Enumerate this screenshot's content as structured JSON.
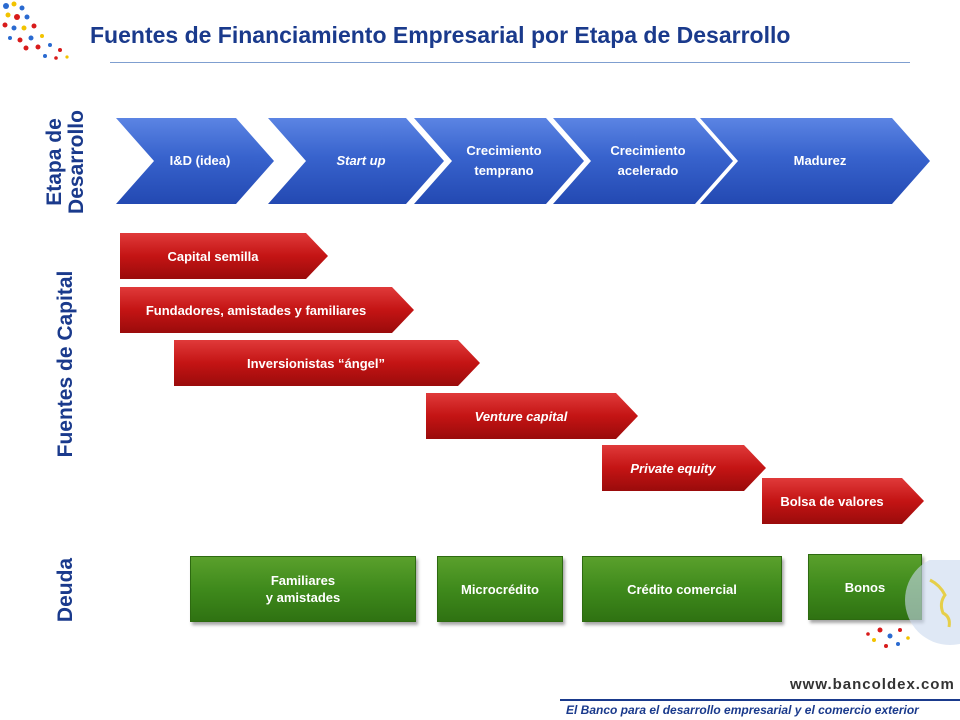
{
  "title": "Fuentes de Financiamiento Empresarial por Etapa de Desarrollo",
  "sections": {
    "etapa_line1": "Etapa de",
    "etapa_line2": "Desarrollo",
    "fuentes": "Fuentes de Capital",
    "deuda": "Deuda"
  },
  "stages": [
    {
      "line1": "I&D (idea)",
      "line2": ""
    },
    {
      "line1": "Start up",
      "line2": ""
    },
    {
      "line1": "Crecimiento",
      "line2": "temprano"
    },
    {
      "line1": "Crecimiento",
      "line2": "acelerado"
    },
    {
      "line1": "Madurez",
      "line2": ""
    }
  ],
  "capital_sources": [
    "Capital semilla",
    "Fundadores, amistades y familiares",
    "Inversionistas “ángel”",
    "Venture capital",
    "Private equity",
    "Bolsa de valores"
  ],
  "debt_sources": [
    {
      "line1": "Familiares",
      "line2": "y amistades"
    },
    {
      "line1": "Microcrédito",
      "line2": ""
    },
    {
      "line1": "Crédito comercial",
      "line2": ""
    },
    {
      "line1": "Bonos",
      "line2": ""
    }
  ],
  "footer": {
    "url": "www.bancoldex.com",
    "tagline": "El Banco para el desarrollo empresarial y el comercio exterior"
  },
  "colors": {
    "title": "#1a3a8c",
    "stage_blue": "#3863cd",
    "capital_red": "#c41414",
    "debt_green": "#3f8a1c"
  }
}
